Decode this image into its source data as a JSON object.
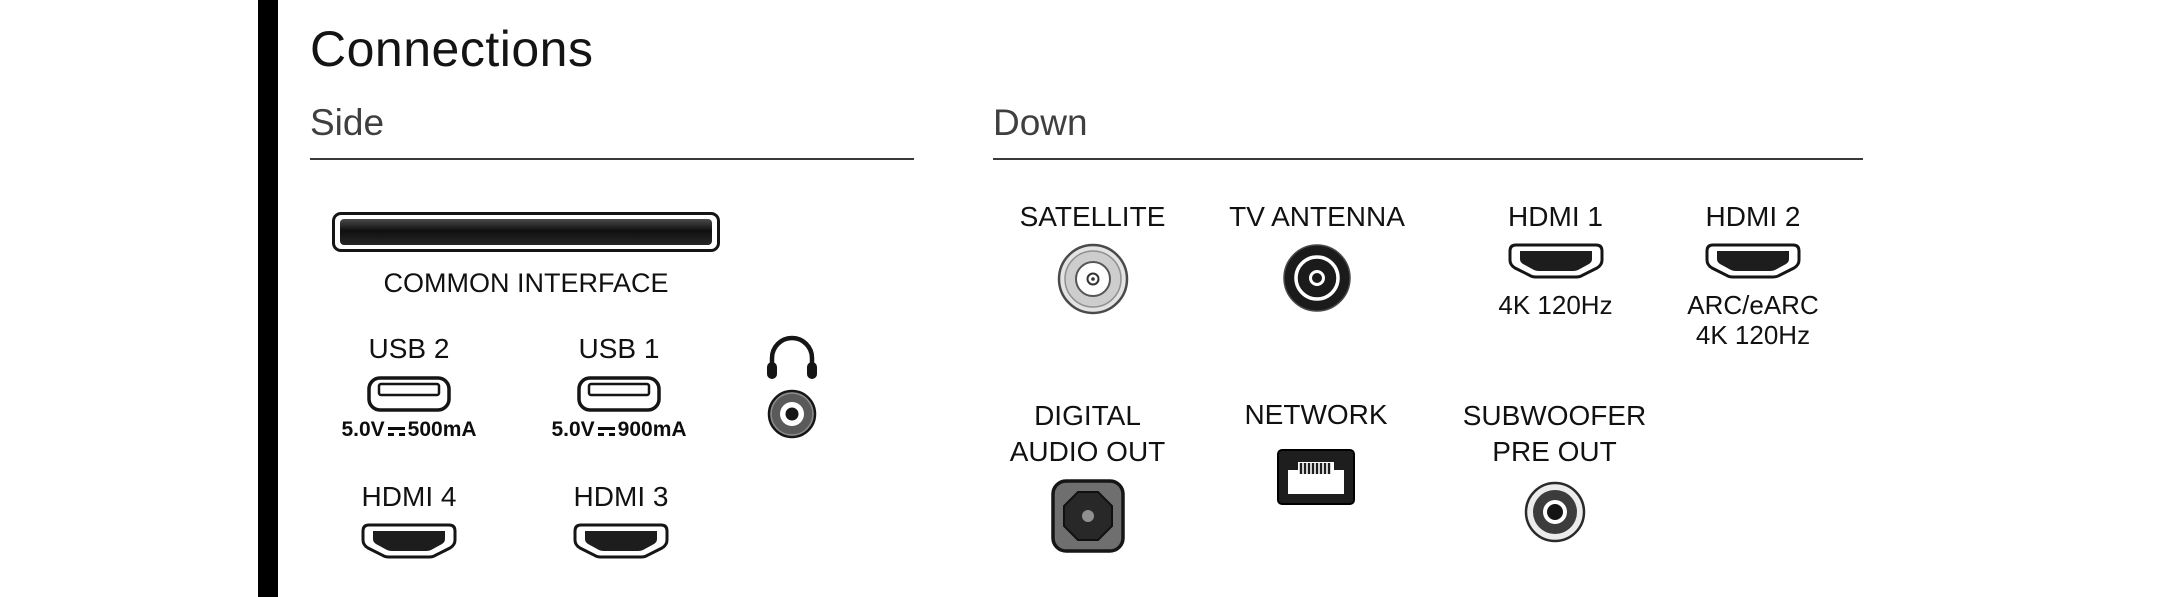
{
  "title": "Connections",
  "side": {
    "heading": "Side",
    "common_interface_label": "COMMON INTERFACE",
    "usb2_label": "USB 2",
    "usb2_volt": "5.0V",
    "usb2_current": "500mA",
    "usb1_label": "USB 1",
    "usb1_volt": "5.0V",
    "usb1_current": "900mA",
    "hdmi4_label": "HDMI 4",
    "hdmi3_label": "HDMI 3"
  },
  "down": {
    "heading": "Down",
    "satellite_label": "SATELLITE",
    "tv_antenna_label": "TV ANTENNA",
    "hdmi1_label": "HDMI 1",
    "hdmi1_spec": "4K 120Hz",
    "hdmi2_label": "HDMI 2",
    "hdmi2_spec1": "ARC/eARC",
    "hdmi2_spec2": "4K 120Hz",
    "digital_audio_label1": "DIGITAL",
    "digital_audio_label2": "AUDIO OUT",
    "network_label": "NETWORK",
    "subwoofer_label1": "SUBWOOFER",
    "subwoofer_label2": "PRE OUT"
  },
  "colors": {
    "ink": "#1a1a1a",
    "heading_gray": "#3f3f3f"
  }
}
